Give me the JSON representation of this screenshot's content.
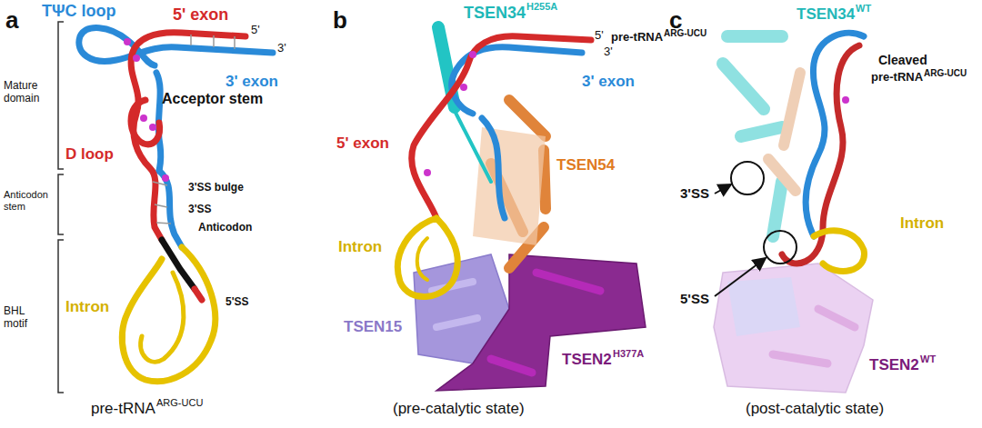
{
  "diagram": {
    "labels": [
      "a",
      "TΨC loop",
      "5' exon",
      "5'",
      "3'",
      "Mature domain",
      "3' exon",
      "D loop",
      "Acceptor stem",
      "Anticodon stem",
      "3'SS bulge",
      "3'SS",
      "Anticodon",
      "BHL motif",
      "Intron",
      "5'SS",
      "pre-tRNA",
      "ARG-UCU",
      "b",
      "TSEN34",
      "H255A",
      "5'",
      "pre-tRNA",
      "ARG-UCU",
      "3'",
      "3' exon",
      "5' exon",
      "TSEN54",
      "Intron",
      "TSEN15",
      "TSEN2",
      "H377A",
      "(pre-catalytic state)",
      "c",
      "TSEN34",
      "WT",
      "Cleaved",
      "pre-tRNA",
      "ARG-UCU",
      "3'SS",
      "Intron",
      "5'SS",
      "TSEN2",
      "WT",
      "(post-catalytic state)"
    ]
  }
}
